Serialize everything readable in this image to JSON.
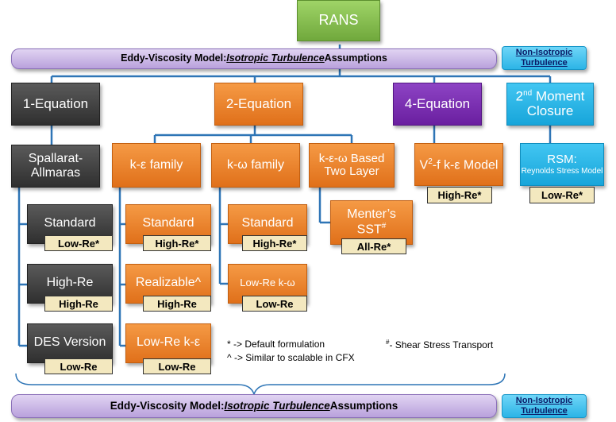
{
  "root": {
    "label": "RANS"
  },
  "banner_top": {
    "prefix": "Eddy-Viscosity Model: ",
    "emph": "Isotropic Turbulence",
    "suffix": " Assumptions"
  },
  "banner_bottom": {
    "prefix": "Eddy-Viscosity Model: ",
    "emph": "Isotropic Turbulence",
    "suffix": " Assumptions"
  },
  "non_isotropic": {
    "line1": "Non-Isotropic",
    "line2": "Turbulence"
  },
  "one_eq": {
    "label": "1-Equation",
    "child": "Spallarat-Allmaras",
    "variants": [
      {
        "label": "Standard",
        "tag": "Low-Re*"
      },
      {
        "label": "High-Re",
        "tag": "High-Re"
      },
      {
        "label": "DES Version",
        "tag": "Low-Re"
      }
    ]
  },
  "two_eq": {
    "label": "2-Equation",
    "ke": {
      "label": "k-ε family",
      "variants": [
        {
          "label": "Standard",
          "tag": "High-Re*"
        },
        {
          "label": "Realizable^",
          "tag": "High-Re"
        },
        {
          "label": "Low-Re k-ε",
          "tag": "Low-Re"
        }
      ]
    },
    "kw": {
      "label": "k-ω family",
      "variants": [
        {
          "label": "Standard",
          "tag": "High-Re*"
        },
        {
          "label": "Low-Re k-ω",
          "tag": "Low-Re"
        }
      ]
    },
    "kew": {
      "label": "k-ε-ω Based Two Layer",
      "sst": {
        "label": "Menter’s SST",
        "sup": "#",
        "tag": "All-Re*"
      }
    }
  },
  "four_eq": {
    "label": "4-Equation",
    "child": {
      "label_pre": "V",
      "sup": "2",
      "label_post": "-f k-ε Model",
      "tag": "High-Re*"
    }
  },
  "second_moment": {
    "label_pre": "2",
    "sup": "nd",
    "label_post": " Moment Closure",
    "child": {
      "label": "RSM:",
      "small": "Reynolds Stress Model",
      "tag": "Low-Re*"
    }
  },
  "notes": {
    "default": "*  ->  Default formulation",
    "similar": "^  ->  Similar to scalable in CFX",
    "sst": "- Shear Stress Transport",
    "sst_mark": "#"
  },
  "colors": {
    "rans": "#8cc152",
    "dark": "#3f3f3f",
    "orange": "#eb7d24",
    "purple": "#7b2fb0",
    "cyan": "#29b3e6",
    "lavender": "#c9b6e4",
    "tag": "#f3e8bf"
  }
}
